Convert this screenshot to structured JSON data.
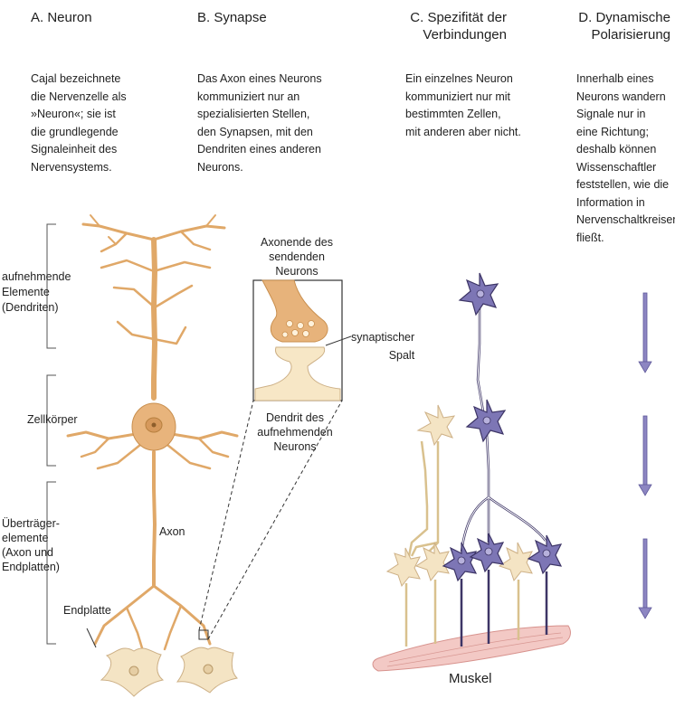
{
  "columns": [
    {
      "title": "A. Neuron",
      "text": "Cajal bezeichnete\ndie Nervenzelle als\n»Neuron«; sie ist\ndie grundlegende\nSignaleinheit des\nNervensystems."
    },
    {
      "title": "B. Synapse",
      "text": "Das Axon eines Neurons\nkommuniziert nur an\nspezialisierten Stellen,\nden Synapsen, mit den\nDendriten eines anderen\nNeurons."
    },
    {
      "title": "C. Spezifität der\nVerbindungen",
      "text": "Ein einzelnes Neuron\nkommuniziert nur mit\nbestimmten Zellen,\nmit anderen aber nicht."
    },
    {
      "title": "D. Dynamische\nPolarisierung",
      "text": "Innerhalb eines\nNeurons wandern\nSignale nur in\neine Richtung;\ndeshalb können\nWissenschaftler\nfeststellen, wie die\nInformation in\nNervenschaltkreisen\nfließt."
    }
  ],
  "neuron_labels": {
    "receiving": "aufnehmende\nElemente\n(Dendriten)",
    "cell_body": "Zellkörper",
    "transmitting": "Überträger-\nelemente\n(Axon und\nEndplatten)",
    "axon": "Axon",
    "end_plate": "Endplatte"
  },
  "synapse_labels": {
    "axon_end": "Axonende des\nsendenden Neurons",
    "cleft": "synaptischer\nSpalt",
    "dendrite": "Dendrit des\naufnehmenden\nNeurons"
  },
  "muscle_label": "Muskel",
  "colors": {
    "neuron": "#e8b47c",
    "neuron_stroke": "#c98f4e",
    "pale_neuron": "#f3e3c2",
    "purple_neuron": "#7d76b5",
    "purple_stroke": "#3d3566",
    "arrow": "#8d86c2",
    "muscle": "#f2c9c6"
  }
}
